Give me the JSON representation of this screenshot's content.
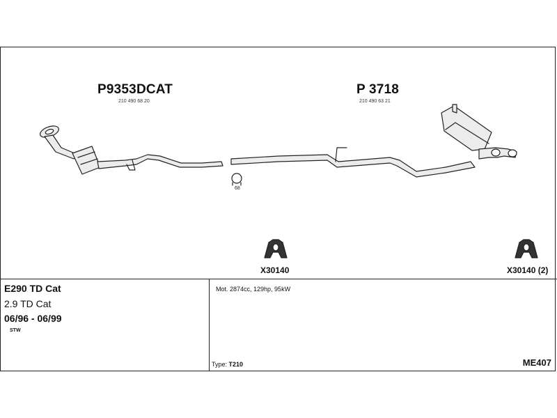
{
  "parts": {
    "front": {
      "number": "P9353DCAT",
      "oem": "210 490 68 20"
    },
    "rear": {
      "number": "P 3718",
      "oem": "210 490 63 21"
    },
    "clamp": {
      "label": "68"
    },
    "hanger_left": {
      "number": "X30140"
    },
    "hanger_right": {
      "number": "X30140 (2)"
    }
  },
  "vehicle": {
    "model": "E290 TD Cat",
    "engine": "2.9 TD Cat",
    "years": "06/96 - 06/99",
    "body": "STW"
  },
  "spec": {
    "motor": "Mot. 2874cc, 129hp, 95kW",
    "type_label": "Type:",
    "type_value": "T210",
    "code": "ME407"
  }
}
